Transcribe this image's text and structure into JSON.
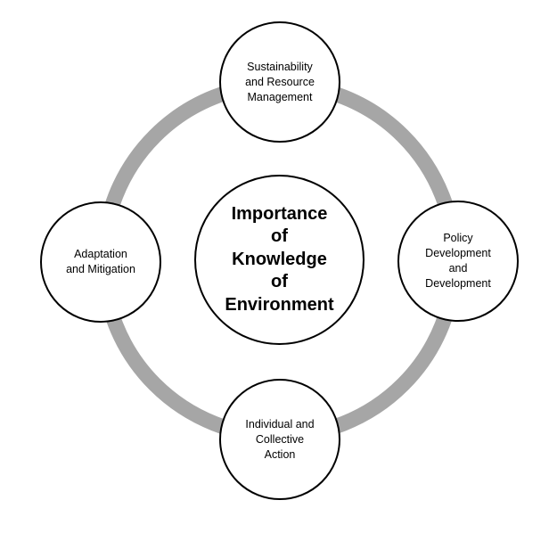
{
  "diagram": {
    "ring_color": "#a6a6a6",
    "border_color": "#000000",
    "center": {
      "label": "Importance\nof\nKnowledge\nof\nEnvironment"
    },
    "nodes": {
      "top": {
        "label": "Sustainability\nand Resource\nManagement"
      },
      "right": {
        "label": "Policy\nDevelopment\nand\nDevelopment"
      },
      "bottom": {
        "label": "Individual and\nCollective\nAction"
      },
      "left": {
        "label": "Adaptation\nand Mitigation"
      }
    }
  }
}
